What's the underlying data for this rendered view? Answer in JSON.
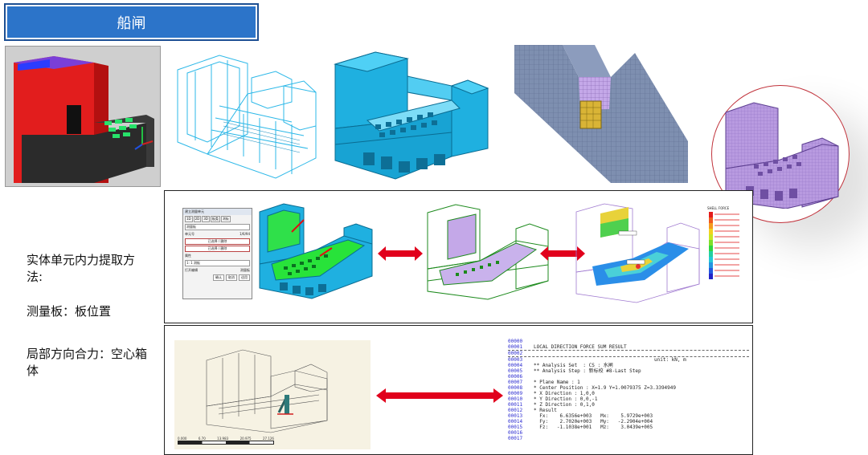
{
  "title": "船闸",
  "side_text": {
    "method_title": "实体单元内力提取方法:",
    "measure_plate": "测量板：板位置",
    "local_force": "局部方向合力：空心箱体"
  },
  "dialog": {
    "title": "建立测量单元",
    "tabs": [
      "1D",
      "2D",
      "3D",
      "板类",
      "测板"
    ],
    "row1_value": "测量板",
    "unit_label": "单元号",
    "unit_value": "1/6/94",
    "btn1": "已选择 / 删除",
    "btn2": "已选择 / 删除",
    "row_label": "属性",
    "attr_value": "1: 1 测板",
    "edit_label": "打开编辑",
    "edit_value": "测量板",
    "actions": [
      "确认",
      "取消",
      "适用"
    ]
  },
  "legend_title": "SHELL FORCE",
  "result_lines": [
    {
      "num": "00000",
      "text": ""
    },
    {
      "num": "00001",
      "text": "LOCAL DIRECTION FORCE SUM RESULT"
    },
    {
      "num": "00002",
      "text": ""
    },
    {
      "num": "00003",
      "text": "unit: kN, m"
    },
    {
      "num": "00004",
      "text": "** Analysis Set  : CS : 水闸"
    },
    {
      "num": "00005",
      "text": "** Analysis Step : 新标校 #8-Last Step"
    },
    {
      "num": "00006",
      "text": ""
    },
    {
      "num": "00007",
      "text": "* Plane Name : 1"
    },
    {
      "num": "00008",
      "text": "* Center Position : X=1.9 Y=1.0079375 Z=3.3394949"
    },
    {
      "num": "00009",
      "text": "* X Direction : 1,0,0"
    },
    {
      "num": "00010",
      "text": "* Y Direction : 0,0,-1"
    },
    {
      "num": "00011",
      "text": "* Z Direction : 0,1,0"
    },
    {
      "num": "00012",
      "text": "* Result"
    },
    {
      "num": "00013",
      "text": "  Fx:    6.6356e+003   Mx:    5.9729e+003"
    },
    {
      "num": "00014",
      "text": "  Fy:    2.7020e+003   My:   -2.2904e+004"
    },
    {
      "num": "00015",
      "text": "  Fz:   -1.1038e+001   Mz:    3.0439e+005"
    },
    {
      "num": "00016",
      "text": ""
    },
    {
      "num": "00017",
      "text": ""
    }
  ],
  "scale_labels": [
    "0.000",
    "6.70",
    "13.983",
    "20.975",
    "27.126"
  ],
  "colors": {
    "title_bar": "#2c74c9",
    "arrow": "#e1001c",
    "cyan_model": "#1fb0e0",
    "red_model": "#e52020",
    "purple_mesh": "#b89ae0"
  }
}
